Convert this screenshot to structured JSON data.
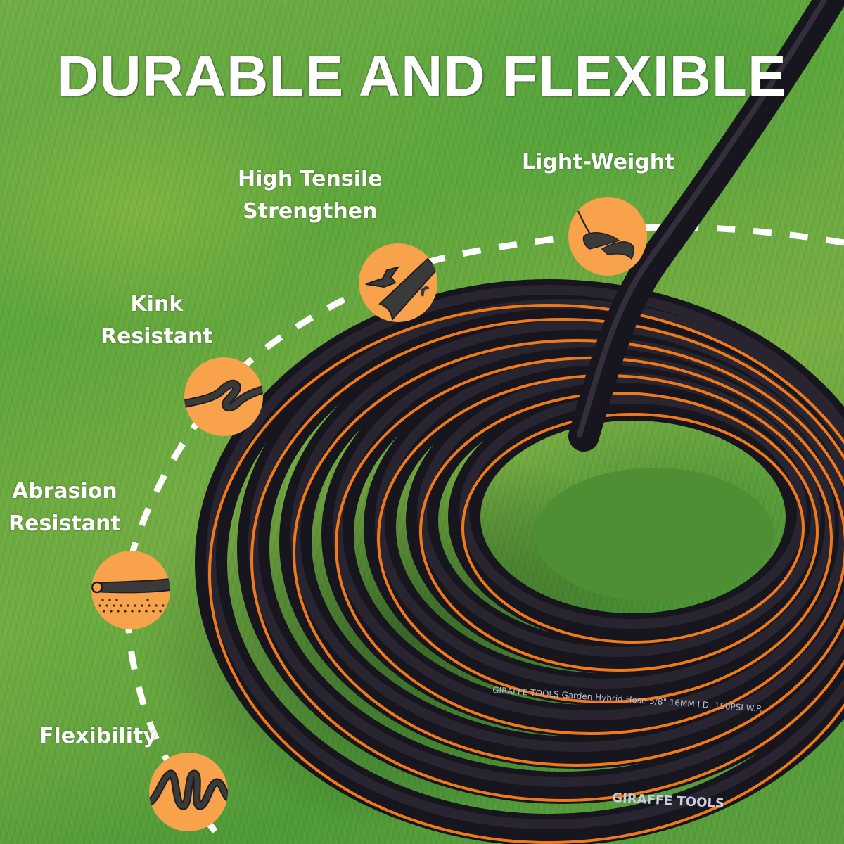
{
  "headline": "DURABLE AND FLEXIBLE",
  "colors": {
    "badge_fill": "#f8a24b",
    "icon_ink": "#3a3a3a",
    "hose_body": "#1c1a24",
    "hose_stripe": "#f07a1a",
    "dash_line": "#ffffff",
    "text": "#ffffff"
  },
  "features": [
    {
      "id": "light-weight",
      "label_lines": [
        "Light-Weight"
      ],
      "icon": "feather-icon"
    },
    {
      "id": "high-tensile",
      "label_lines": [
        "High Tensile",
        "Strengthen"
      ],
      "icon": "torn-hose-icon"
    },
    {
      "id": "kink-resistant",
      "label_lines": [
        "Kink",
        "Resistant"
      ],
      "icon": "kinked-hose-icon"
    },
    {
      "id": "abrasion-resistant",
      "label_lines": [
        "Abrasion",
        "Resistant"
      ],
      "icon": "hose-on-surface-icon"
    },
    {
      "id": "flexibility",
      "label_lines": [
        "Flexibility"
      ],
      "icon": "coiled-hose-icon"
    }
  ],
  "hose_print": {
    "line1": "GIRAFFE TOOLS Garden Hybrid Hose 5/8\" 16MM I.D. 150PSI W.P.",
    "brand": "GIRAFFE TOOLS"
  }
}
